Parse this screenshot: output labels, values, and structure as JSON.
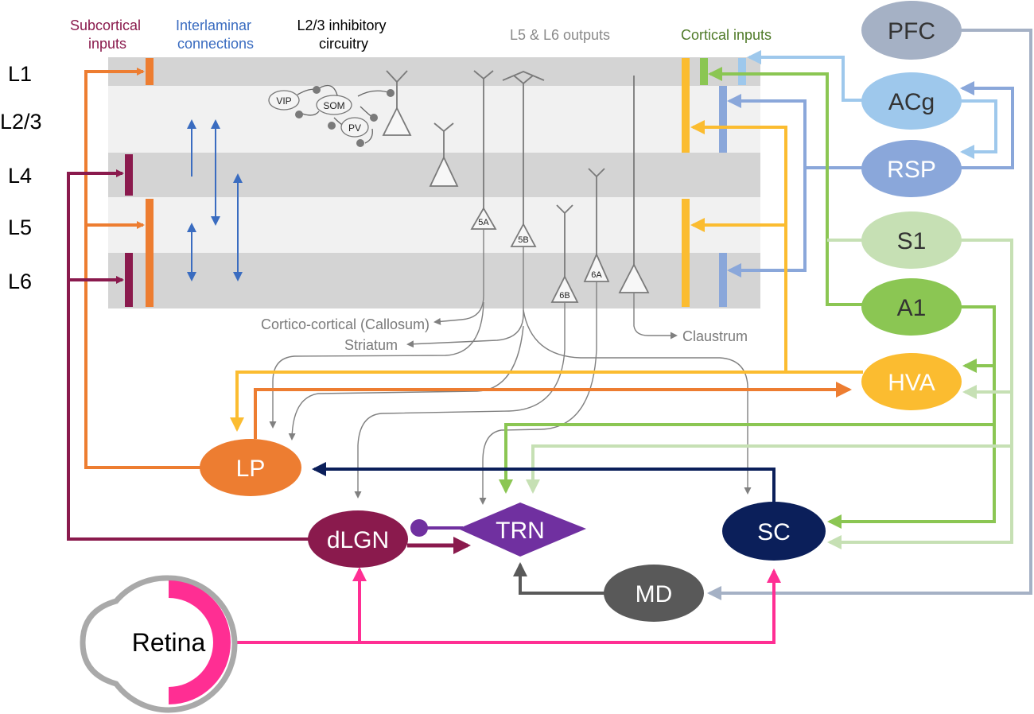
{
  "headers": {
    "subcortical": "Subcortical\ninputs",
    "interlaminar": "Interlaminar\nconnections",
    "inhibitory": "L2/3 inhibitory\ncircuitry",
    "outputs": "L5 & L6 outputs",
    "cortical": "Cortical inputs"
  },
  "layers": [
    "L1",
    "L2/3",
    "L4",
    "L5",
    "L6"
  ],
  "interneurons": [
    "VIP",
    "SOM",
    "PV"
  ],
  "pyramidal_labels": [
    "5A",
    "5B",
    "6B",
    "6A"
  ],
  "output_targets": {
    "callosum": "Cortico-cortical (Callosum)",
    "striatum": "Striatum",
    "claustrum": "Claustrum"
  },
  "cortical_areas": [
    "PFC",
    "ACg",
    "RSP",
    "S1",
    "A1",
    "HVA"
  ],
  "subcortical_nodes": {
    "lp": "LP",
    "dlgn": "dLGN",
    "trn": "TRN",
    "sc": "SC",
    "md": "MD",
    "retina": "Retina"
  },
  "colors": {
    "pfc": "#a5b1c5",
    "acg": "#9ec8ec",
    "rsp": "#8aa7da",
    "s1": "#c6e0b4",
    "a1": "#8bc653",
    "hva": "#fbbc30",
    "lp": "#ed7d31",
    "dlgn": "#8a1a4d",
    "trn": "#7030a0",
    "sc": "#0b1f5a",
    "md": "#595959",
    "retina": "#ff2e93",
    "interlaminar": "#3a6cc0",
    "outputs": "#808080"
  }
}
